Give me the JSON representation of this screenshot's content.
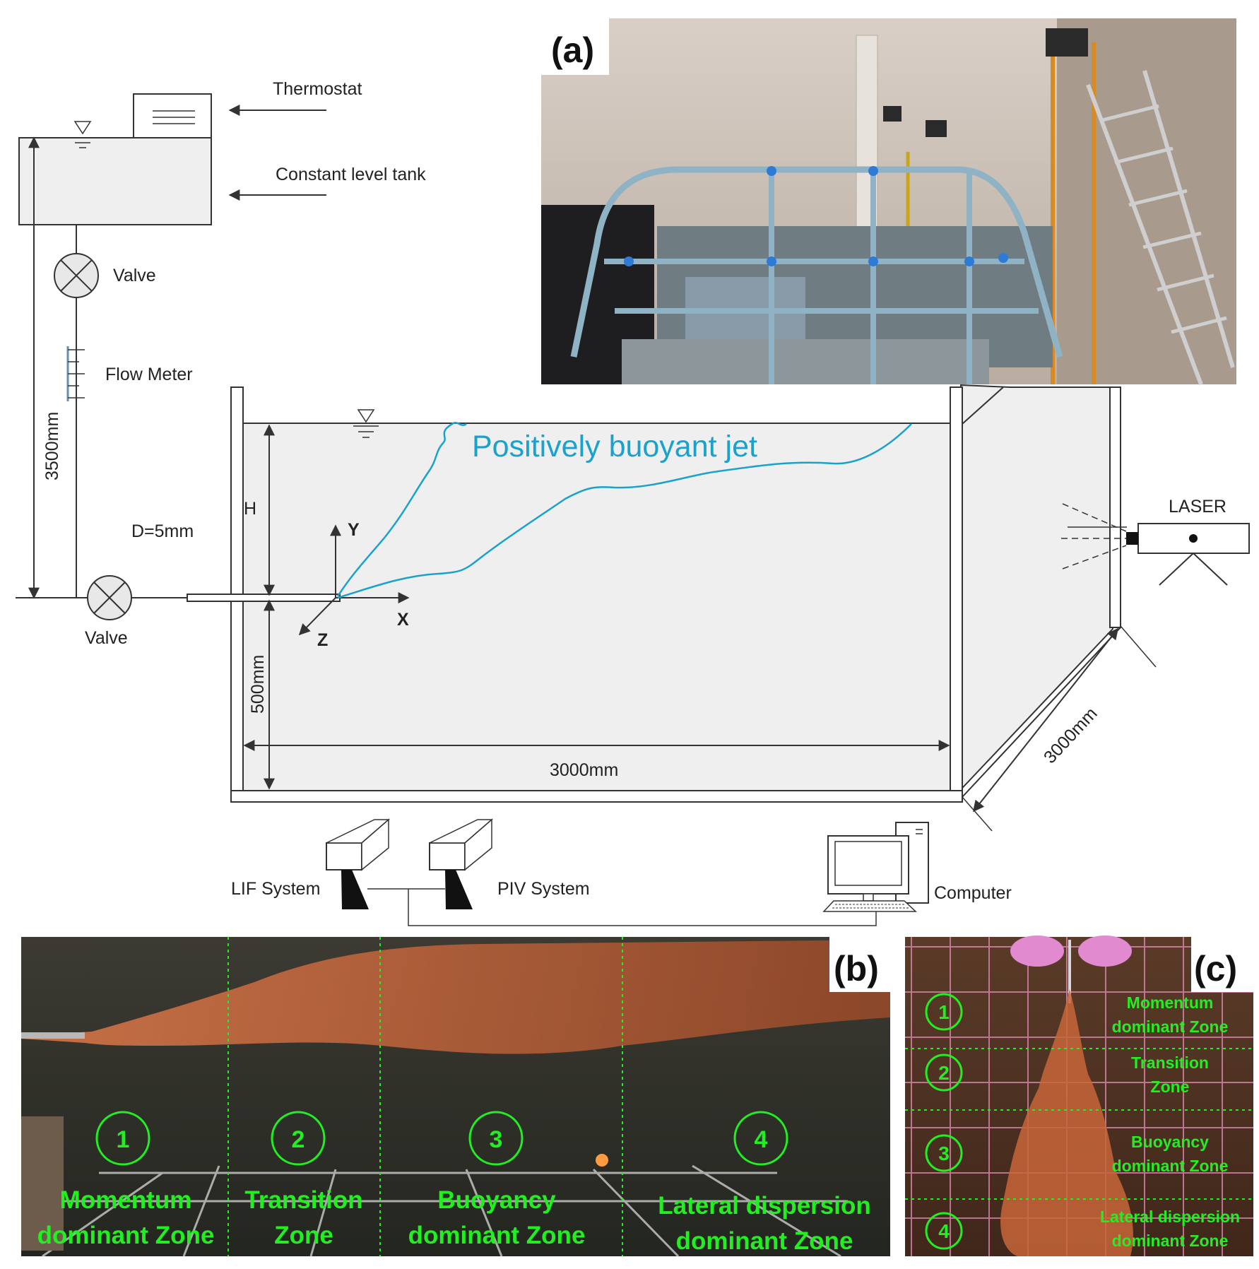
{
  "panels": {
    "a": "(a)",
    "b": "(b)",
    "c": "(c)"
  },
  "schematic": {
    "thermostat": "Thermostat",
    "constant_level_tank": "Constant level tank",
    "valve_top": "Valve",
    "flow_meter": "Flow Meter",
    "height_3500": "3500mm",
    "nozzle_diameter": "D=5mm",
    "valve_bottom": "Valve",
    "water_depth": "H",
    "axis_y": "Y",
    "axis_x": "X",
    "axis_z": "Z",
    "height_500": "500mm",
    "length_3000": "3000mm",
    "width_3000": "3000mm",
    "jet_label": "Positively buoyant jet",
    "laser": "LASER",
    "lif_system": "LIF System",
    "piv_system": "PIV System",
    "computer": "Computer"
  },
  "zones_b": [
    {
      "num": "1",
      "line1": "Momentum",
      "line2": "dominant Zone"
    },
    {
      "num": "2",
      "line1": "Transition",
      "line2": "Zone"
    },
    {
      "num": "3",
      "line1": "Buoyancy",
      "line2": "dominant Zone"
    },
    {
      "num": "4",
      "line1": "Lateral dispersion",
      "line2": "dominant Zone"
    }
  ],
  "zones_c": [
    {
      "num": "1",
      "line1": "Momentum",
      "line2": "dominant Zone"
    },
    {
      "num": "2",
      "line1": "Transition",
      "line2": "Zone"
    },
    {
      "num": "3",
      "line1": "Buoyancy",
      "line2": "dominant Zone"
    },
    {
      "num": "4",
      "line1": "Lateral dispersion",
      "line2": "dominant Zone"
    }
  ],
  "colors": {
    "jet_line": "#1aa2cc",
    "zone_green": "#22ee22",
    "tank_fill": "#efefef"
  }
}
